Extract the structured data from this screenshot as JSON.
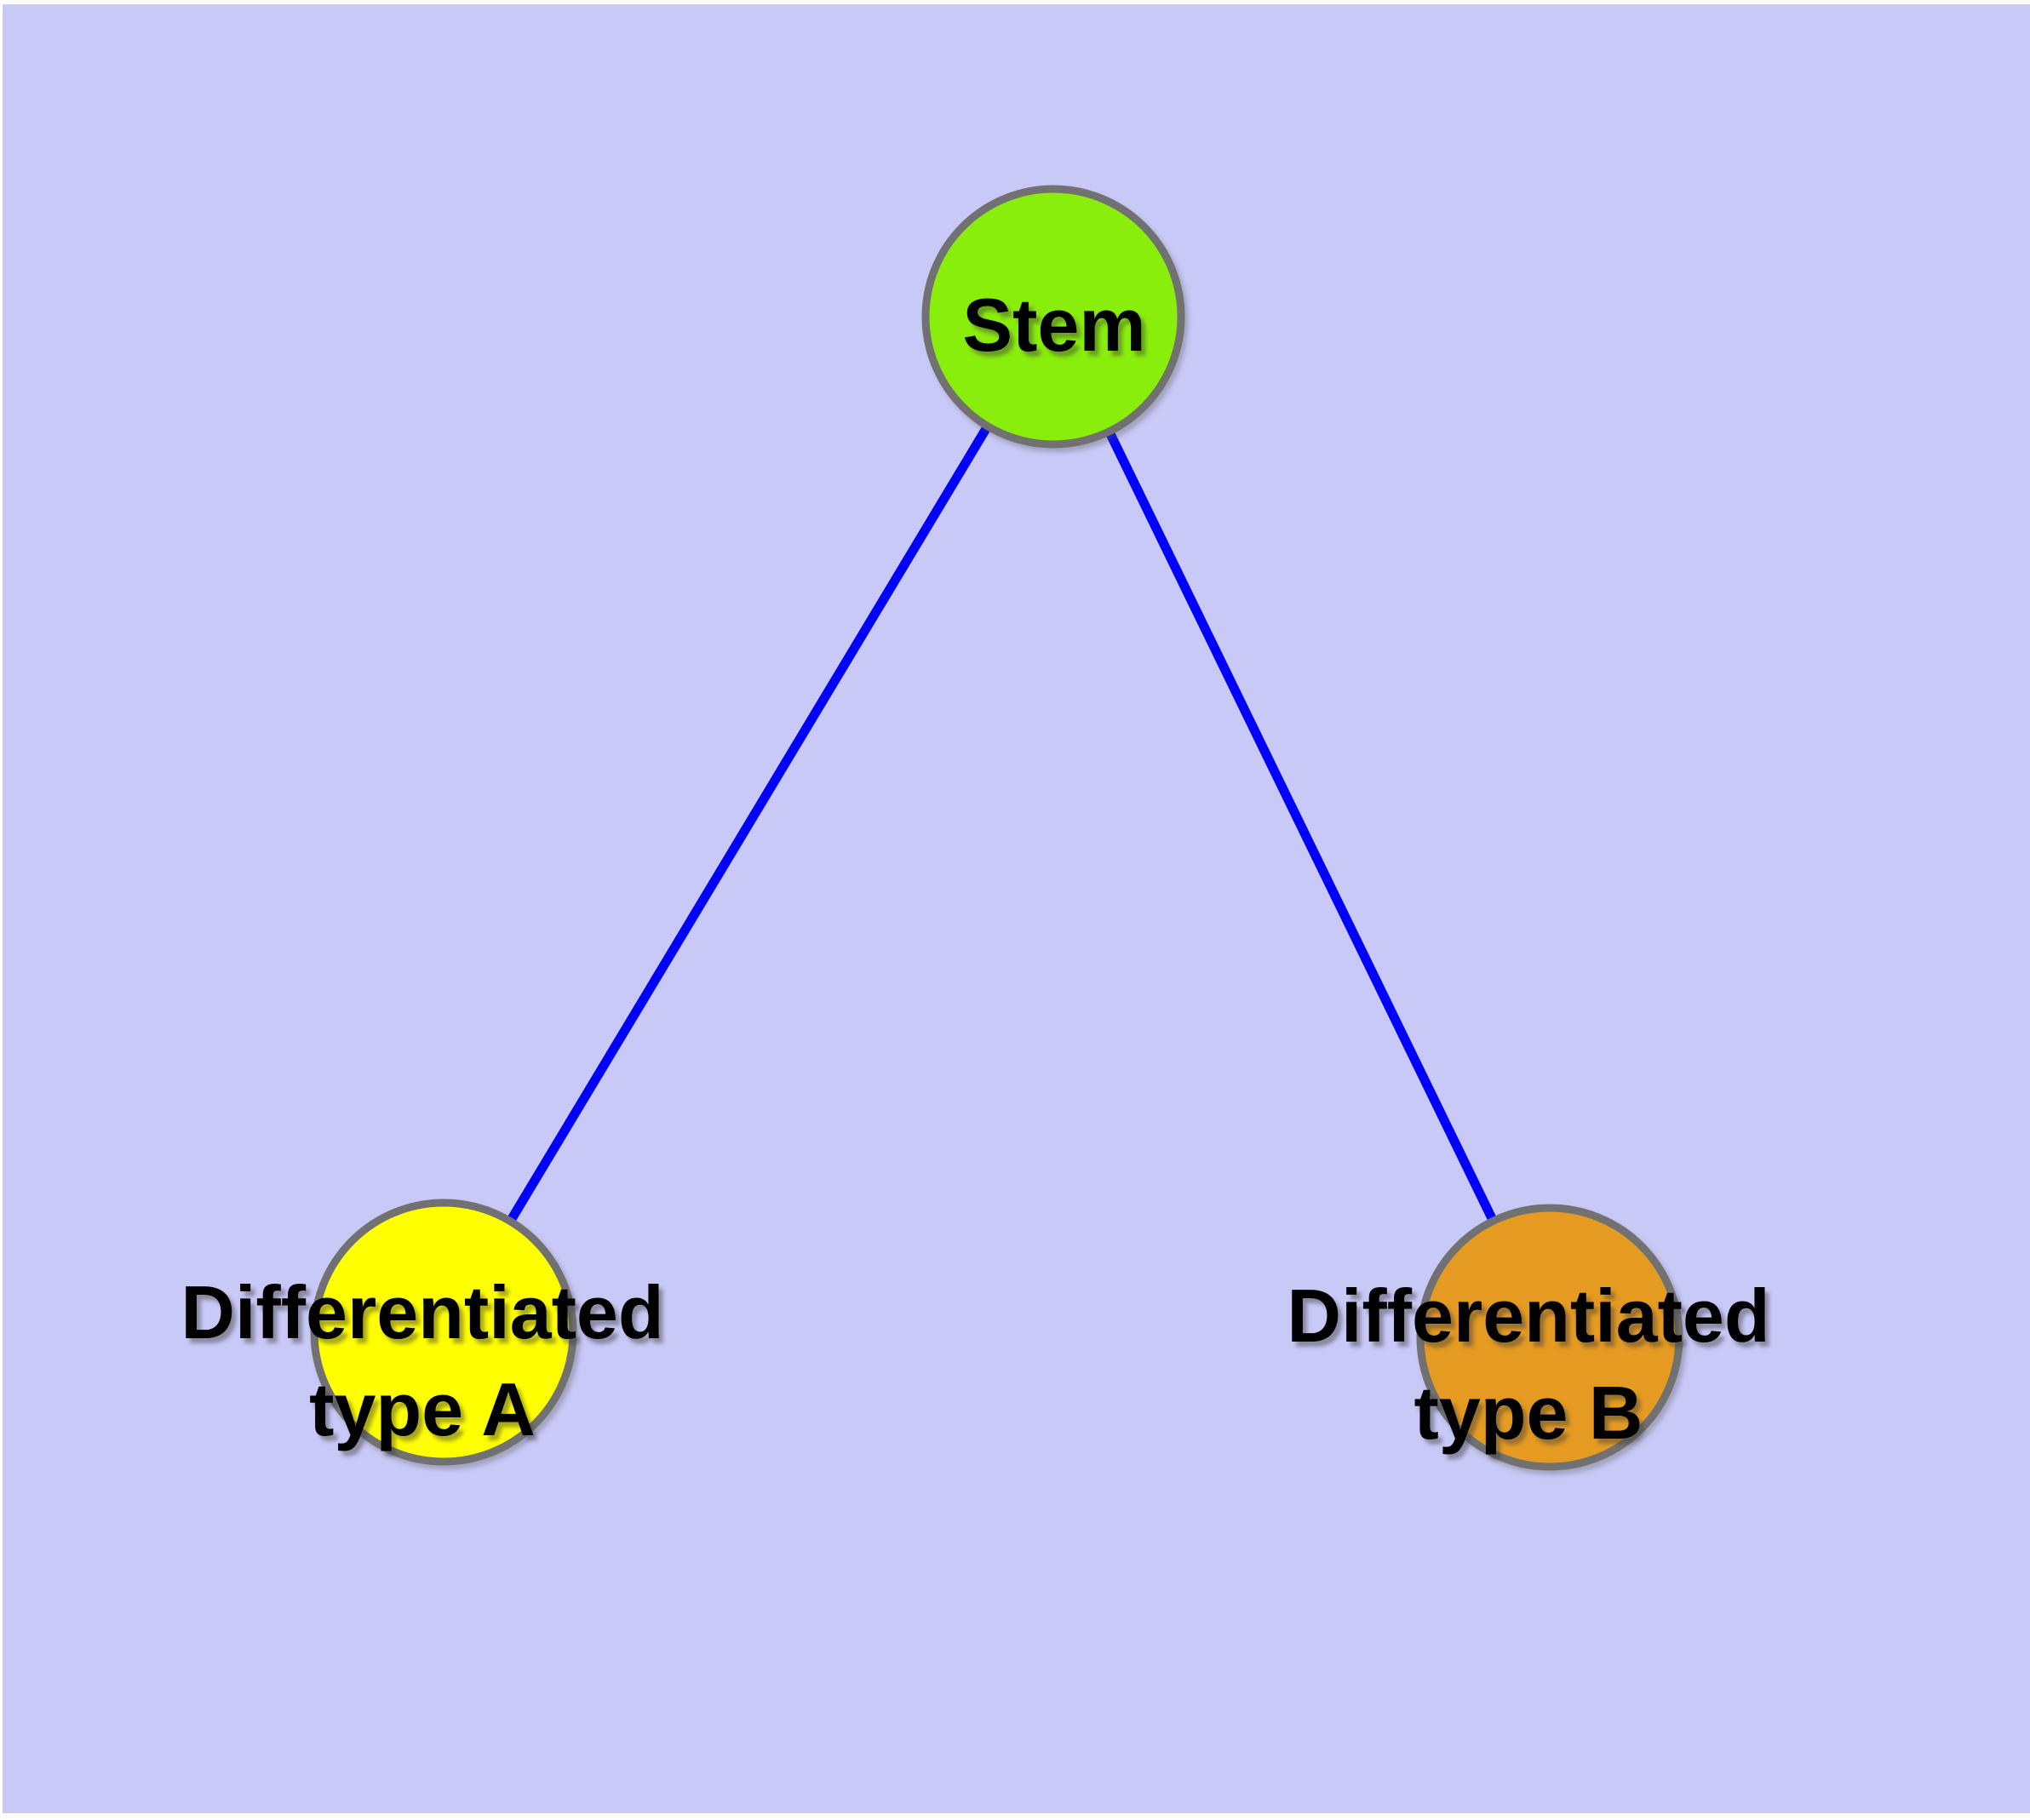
{
  "colors": {
    "background": "#c9c9f8",
    "page_margin": "#ffffff",
    "edge": "#0000ff",
    "node_stroke": "#717171",
    "stem_fill": "#8aee0c",
    "type_a_fill": "#ffff00",
    "type_b_fill": "#e59b22",
    "label_text": "#000000"
  },
  "diagram": {
    "type": "node-link lineage tree",
    "nodes": [
      {
        "id": "stem",
        "label": "Stem",
        "label_lines": [
          "Stem"
        ],
        "fill": "#8aee0c"
      },
      {
        "id": "type-a",
        "label": "Differentiated type A",
        "label_lines": [
          "Differentiated",
          "type A"
        ],
        "fill": "#ffff00"
      },
      {
        "id": "type-b",
        "label": "Differentiated type B",
        "label_lines": [
          "Differentiated",
          "type B"
        ],
        "fill": "#e59b22"
      }
    ],
    "edges": [
      {
        "from": "Stem",
        "to": "Differentiated type A"
      },
      {
        "from": "Stem",
        "to": "Differentiated type B"
      }
    ]
  }
}
